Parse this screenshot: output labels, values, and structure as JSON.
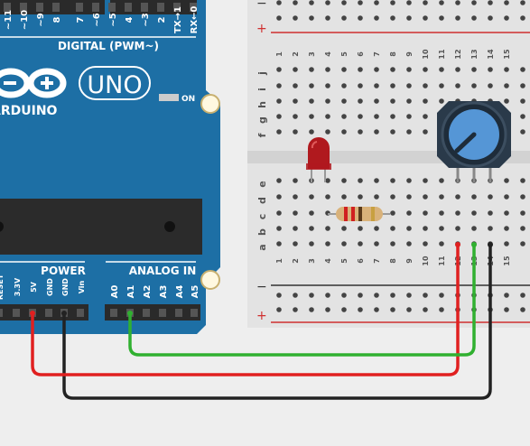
{
  "arduino": {
    "board_color": "#1d6fa5",
    "brand_label": "ARDUINO",
    "model_label": "UNO",
    "on_led_label": "ON",
    "digital_header": "DIGITAL (PWM~)",
    "digital_pins": [
      "~11",
      "~10",
      "~9",
      "8",
      "7",
      "~6",
      "~5",
      "4",
      "~3",
      "2",
      "TX→1",
      "RX←0"
    ],
    "power_header": "POWER",
    "power_pins": [
      "RESET",
      "3.3V",
      "5V",
      "GND",
      "GND",
      "Vin"
    ],
    "analog_header": "ANALOG IN",
    "analog_pins": [
      "A0",
      "A1",
      "A2",
      "A3",
      "A4",
      "A5"
    ]
  },
  "breadboard": {
    "columns": [
      "1",
      "2",
      "3",
      "4",
      "5",
      "6",
      "7",
      "8",
      "9",
      "10",
      "11",
      "12",
      "13",
      "14",
      "15"
    ],
    "rows_top": [
      "j",
      "i",
      "h",
      "g",
      "f"
    ],
    "rows_bottom": [
      "e",
      "d",
      "c",
      "b",
      "a"
    ],
    "rail_minus": "−",
    "rail_plus": "+",
    "rail_minus_color": "#333333",
    "rail_plus_color": "#d03030"
  },
  "components": {
    "led": {
      "name": "LED",
      "color": "#b0191e"
    },
    "resistor": {
      "name": "Resistor",
      "body_color": "#d9b27a"
    },
    "potentiometer": {
      "name": "Potentiometer",
      "knob_color": "#5596d6"
    }
  },
  "wires": [
    {
      "name": "5v-wire",
      "color": "#e02020"
    },
    {
      "name": "gnd-wire",
      "color": "#222222"
    },
    {
      "name": "signal-wire-a1",
      "color": "#30b030"
    }
  ]
}
